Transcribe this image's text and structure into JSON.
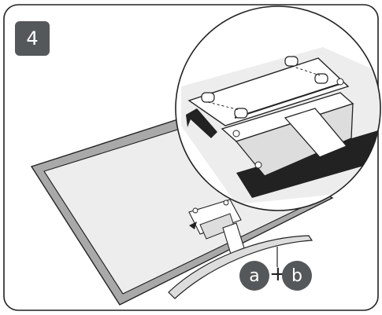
{
  "step": {
    "number": "4"
  },
  "callouts": {
    "a": "a",
    "plus": "+",
    "b": "b"
  },
  "colors": {
    "badge": "#55585a",
    "tv_frame": "#a9a9a9",
    "line": "#222222",
    "tv_screen": "#ededed"
  }
}
